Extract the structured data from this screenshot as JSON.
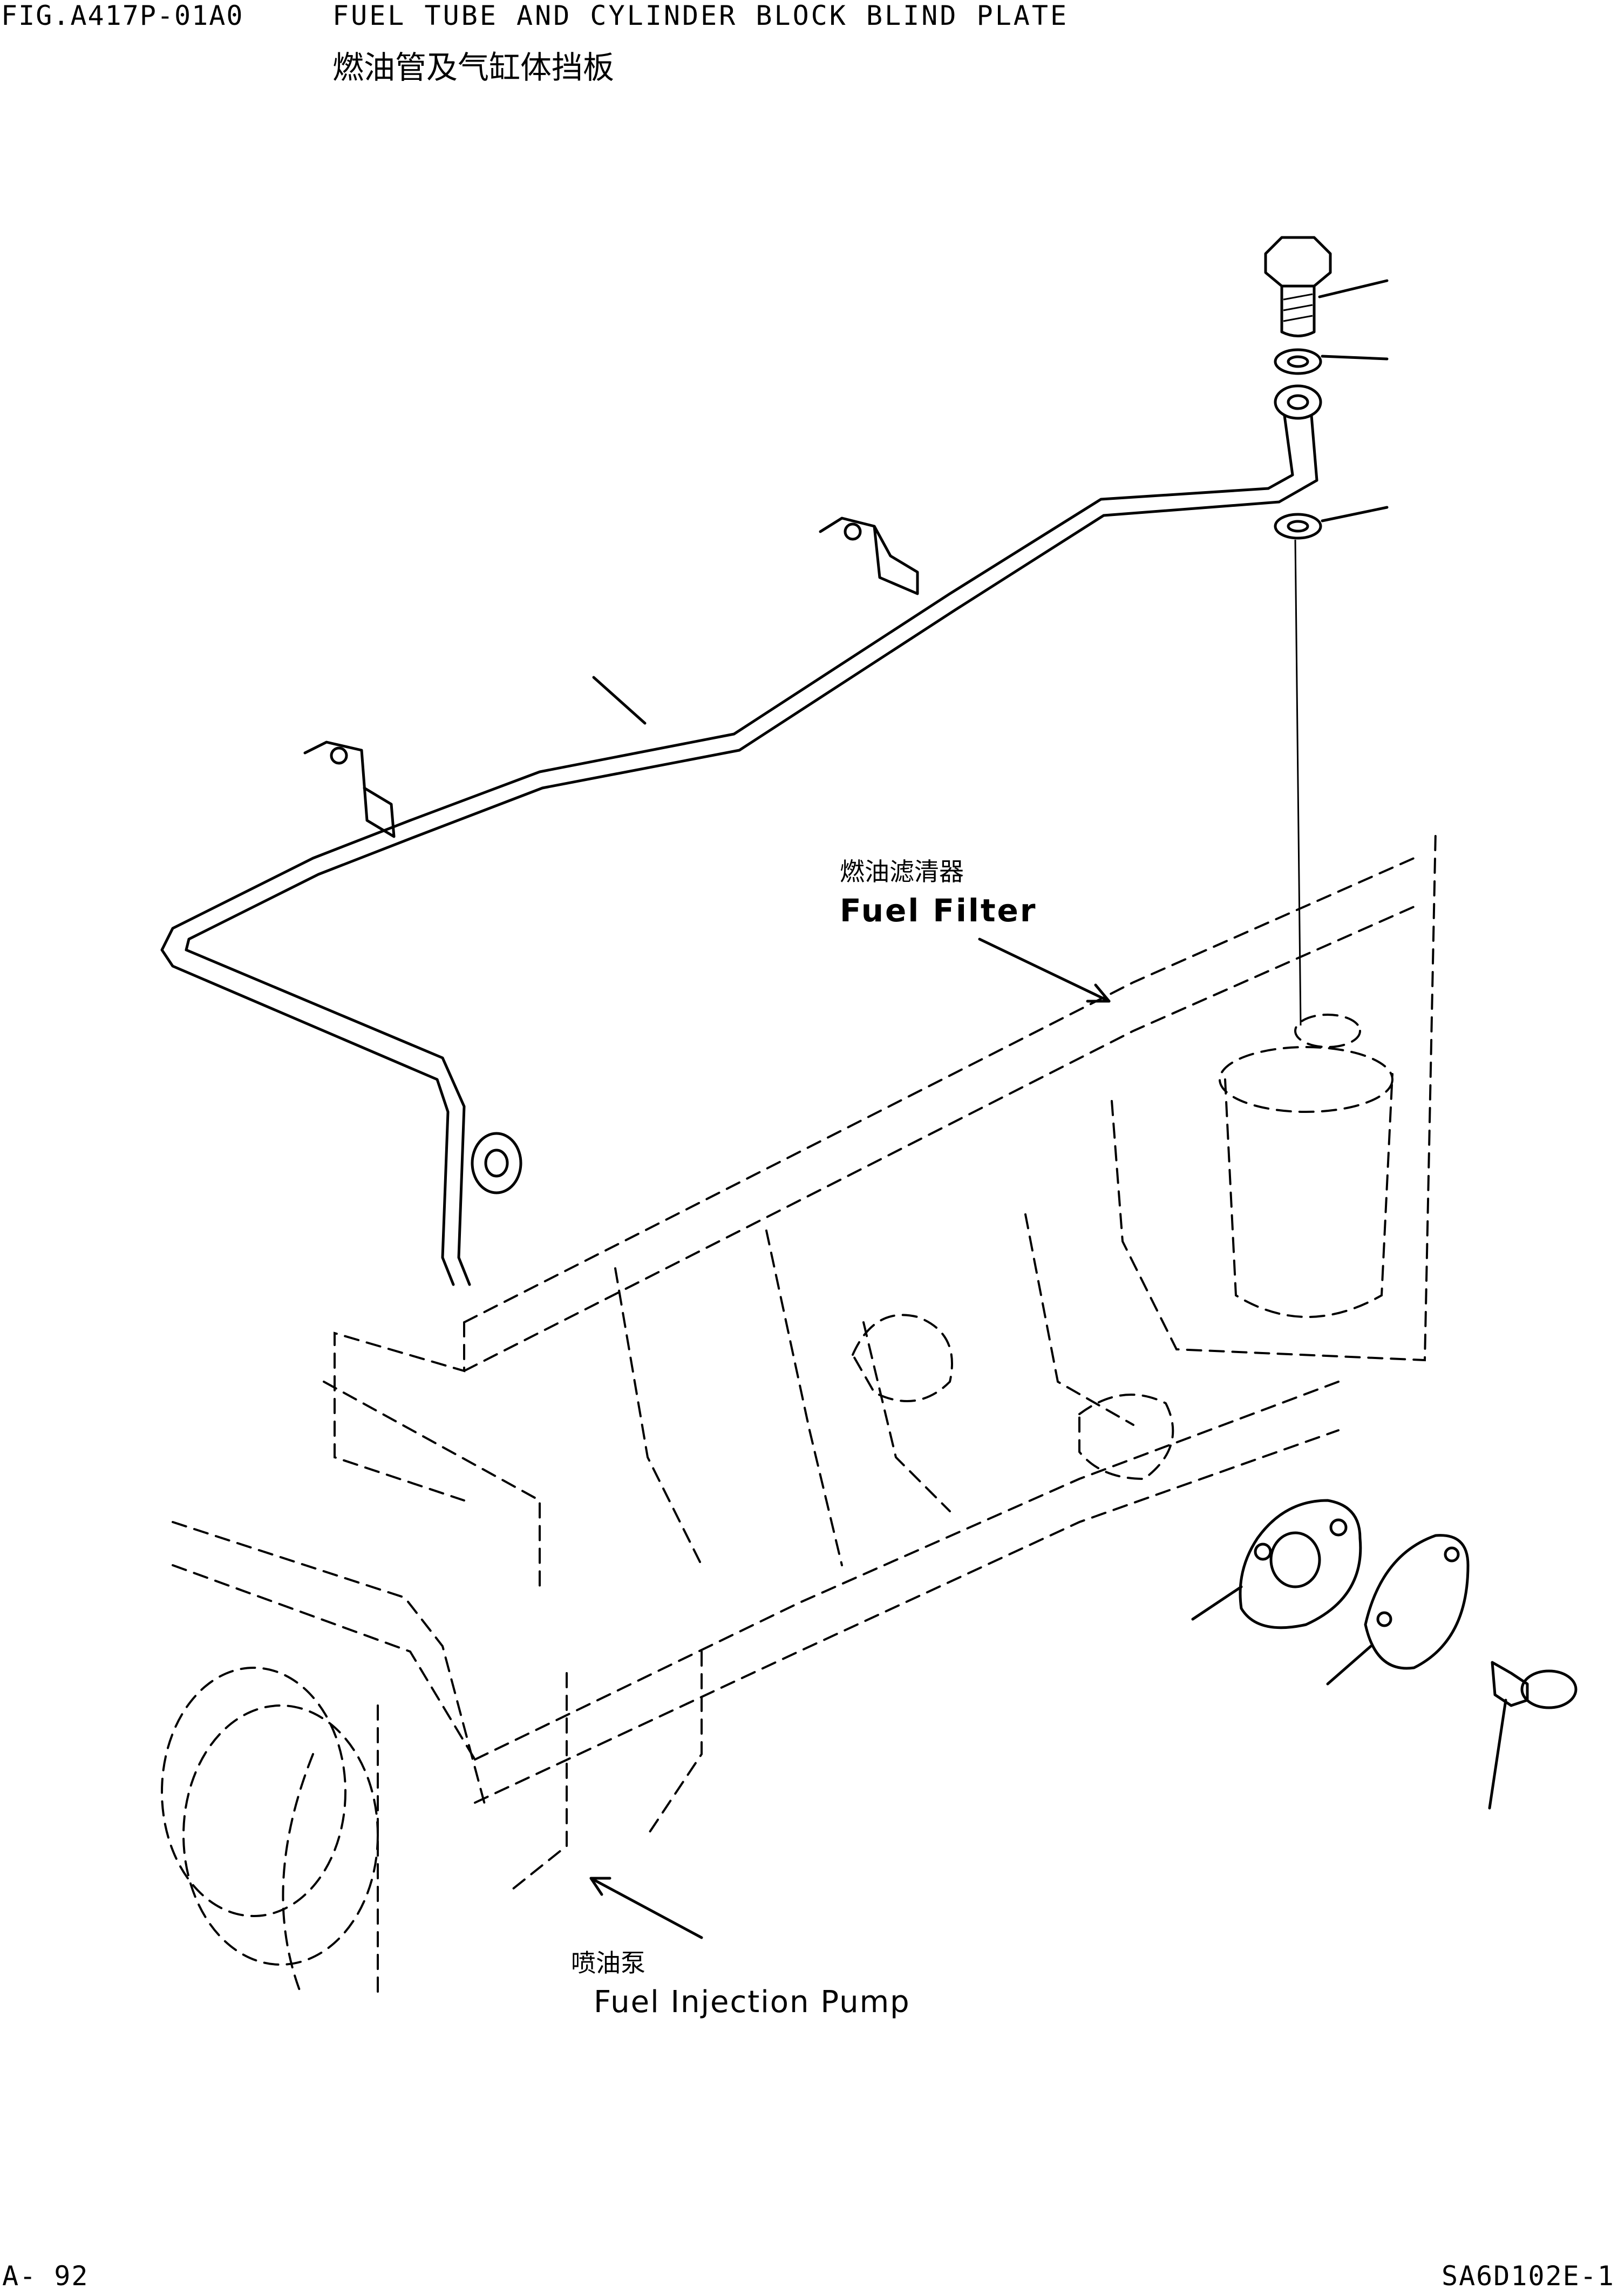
{
  "header": {
    "figure_number": "FIG.A417P-01A0",
    "title_en": "FUEL TUBE AND CYLINDER BLOCK BLIND PLATE",
    "title_zh": "燃油管及气缸体挡板"
  },
  "callouts": {
    "fuel_filter_zh": "燃油滤清器",
    "fuel_filter_en": "Fuel Filter",
    "injection_pump_zh": "喷油泵",
    "injection_pump_en": "Fuel Injection Pump"
  },
  "footer": {
    "page_number": "A- 92",
    "model_code": "SA6D102E-1"
  },
  "icons": [
    "bolt-icon",
    "washer-icon",
    "banjo-fitting-icon",
    "blind-plate-icon",
    "gasket-icon"
  ]
}
